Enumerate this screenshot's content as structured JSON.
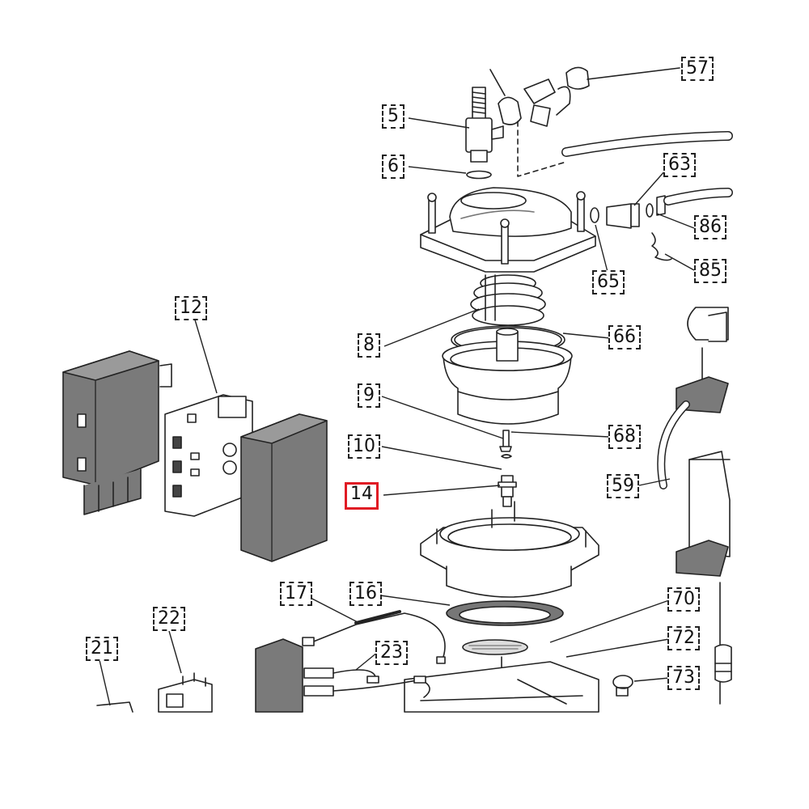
{
  "diagram": {
    "highlight_color": "#e01b24",
    "part_fill": "#7a7a7a",
    "line_color": "#222222",
    "callouts": [
      {
        "id": "5",
        "label": "5"
      },
      {
        "id": "6",
        "label": "6"
      },
      {
        "id": "8",
        "label": "8"
      },
      {
        "id": "9",
        "label": "9"
      },
      {
        "id": "10",
        "label": "10"
      },
      {
        "id": "12",
        "label": "12"
      },
      {
        "id": "14",
        "label": "14",
        "highlighted": true
      },
      {
        "id": "16",
        "label": "16"
      },
      {
        "id": "17",
        "label": "17"
      },
      {
        "id": "21",
        "label": "21"
      },
      {
        "id": "22",
        "label": "22"
      },
      {
        "id": "23",
        "label": "23"
      },
      {
        "id": "57",
        "label": "57"
      },
      {
        "id": "59",
        "label": "59"
      },
      {
        "id": "63",
        "label": "63"
      },
      {
        "id": "65",
        "label": "65"
      },
      {
        "id": "66",
        "label": "66"
      },
      {
        "id": "68",
        "label": "68"
      },
      {
        "id": "70",
        "label": "70"
      },
      {
        "id": "72",
        "label": "72"
      },
      {
        "id": "73",
        "label": "73"
      },
      {
        "id": "85",
        "label": "85"
      },
      {
        "id": "86",
        "label": "86"
      }
    ]
  }
}
